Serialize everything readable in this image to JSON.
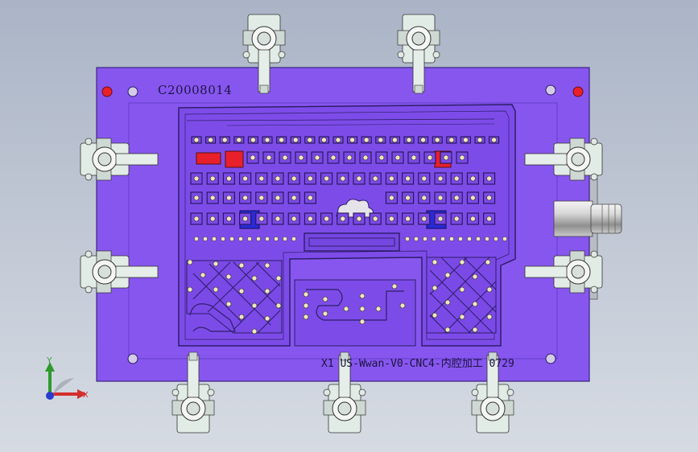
{
  "viewer": {
    "part_number": "C20008014",
    "program_name": "X1   US-Wwan-V0-CNC4-内腔加工  0729"
  },
  "triad": {
    "x_label": "X",
    "y_label": "Y"
  },
  "colors": {
    "background_top": "#aab4c6",
    "plate": "#8756ee",
    "plate_dark": "#6a3fd0",
    "hole_fill": "#ece8c4",
    "clamp": "#e2ece6",
    "accent_red": "#e8202a",
    "accent_blue": "#2a2ad8"
  }
}
